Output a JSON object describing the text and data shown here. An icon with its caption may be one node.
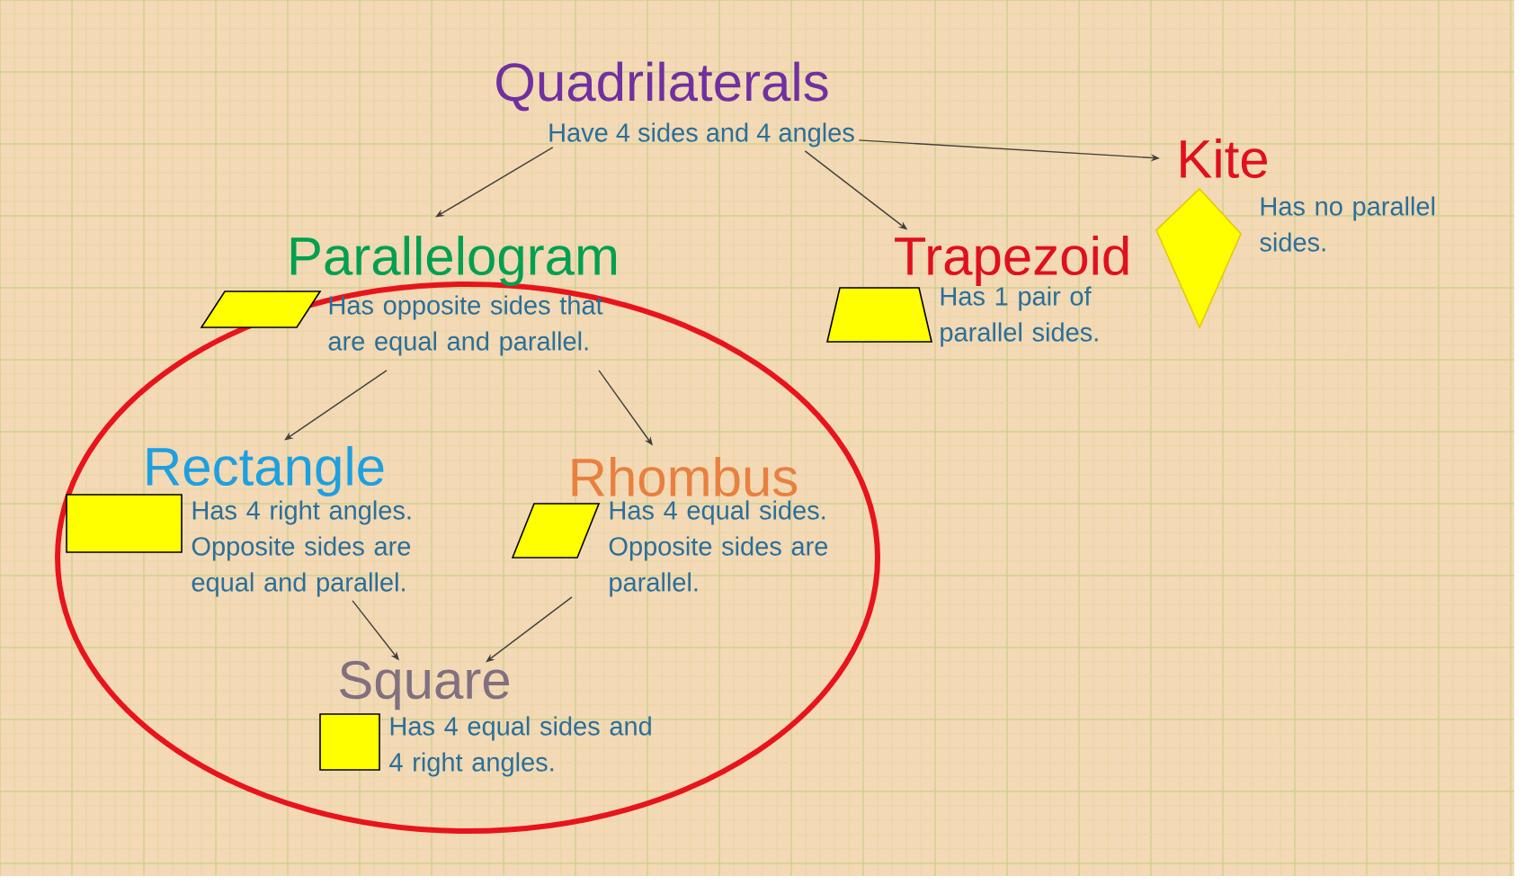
{
  "diagram": {
    "nodes": [
      {
        "text": [
          "Quadrilaterals",
          "Have 4 sides and 4 angles"
        ]
      },
      {
        "text": [],
        "shape": "ellipse"
      },
      {
        "text": [
          "Parallelogram",
          "Has opposite sides that are equal and parallel."
        ],
        "in": 1
      },
      {
        "text": [
          "Rectangle",
          "Has 4 right angles. Opposite sides are equal and parallel."
        ],
        "in": 1
      },
      {
        "text": [
          "Rhombus",
          "Has 4 equal sides. Opposite sides are parallel."
        ],
        "in": 1
      },
      {
        "text": [
          "Square",
          "Has 4 equal sides and 4 right angles."
        ],
        "in": 1
      },
      {
        "text": [
          "Trapezoid",
          "Has 1 pair of parallel sides."
        ]
      },
      {
        "text": [
          "Kite",
          "Has no parallel sides."
        ]
      }
    ],
    "edges": [
      {
        "from": 0,
        "to": 2,
        "arrow": "to"
      },
      {
        "from": 0,
        "to": 6,
        "arrow": "to"
      },
      {
        "from": 0,
        "to": 7,
        "arrow": "to"
      },
      {
        "from": 2,
        "to": 3,
        "arrow": "to"
      },
      {
        "from": 2,
        "to": 4,
        "arrow": "to"
      },
      {
        "from": 3,
        "to": 5,
        "arrow": "to"
      },
      {
        "from": 4,
        "to": 5,
        "arrow": "to"
      }
    ]
  }
}
